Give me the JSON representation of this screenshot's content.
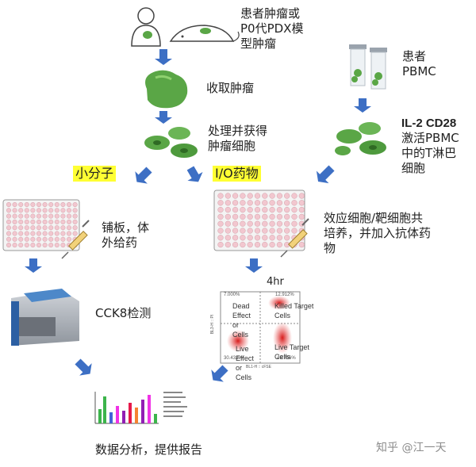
{
  "steps": {
    "patient_tumor": "患者肿瘤或\nP0代PDX模\n型肿瘤",
    "harvest": "收取肿瘤",
    "process": "处理并获得\n肿瘤细胞",
    "patient_pbmc": "患者\nPBMC",
    "activation_markers": "IL-2  CD28",
    "activation": "激活PBMC\n中的T淋巴\n细胞",
    "small_molecule": "小分子",
    "io_drug": "I/O药物",
    "plating": "铺板，体\n外给药",
    "coculture": "效应细胞/靶细胞共\n培养，并加入抗体药\n物",
    "cck8": "CCK8检测",
    "time": "4hr",
    "analysis": "数据分析，提供报告"
  },
  "flow_plot": {
    "q_ul": "7.000%",
    "q_ur": "12.912%",
    "q_ll": "30.432%",
    "q_lr": "49.756%",
    "dead_label": "Dead\nEffect\nor\nCells",
    "killed_label": "Killed Target\nCells",
    "live_effect_label": "Live\nEffect\nor\nCells",
    "live_target_label": "Live Target\nCells",
    "y_axis": "BL3-H :: PI",
    "x_axis": "BL1-H :: cFSE"
  },
  "watermark": "知乎 @江一天",
  "colors": {
    "arrow": "#3d6fc4",
    "highlight": "#ffff33",
    "cell_green": "#5aa646",
    "plate_well": "#f2c7cf"
  },
  "icons": [
    "patient-icon",
    "mouse-icon",
    "tumor-icon",
    "tumor-cells-icon",
    "vials-icon",
    "t-cells-icon",
    "well-plate-icon",
    "syringe-icon",
    "plate-reader-icon",
    "flow-cytometry-plot",
    "bar-chart-thumbnail"
  ]
}
